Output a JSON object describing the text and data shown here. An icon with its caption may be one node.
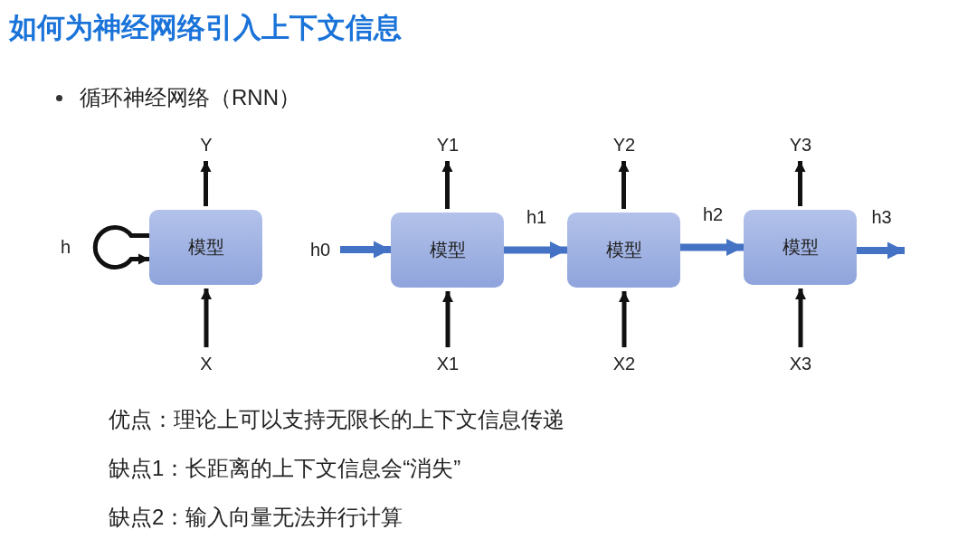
{
  "diagram": {
    "title": "如何为神经网络引入上下文信息",
    "nodes": [
      {
        "text": [
          "模型"
        ]
      },
      {
        "text": [
          "Y"
        ]
      },
      {
        "text": [
          "X"
        ]
      },
      {
        "text": [
          "h0"
        ]
      },
      {
        "text": [
          "模型"
        ]
      },
      {
        "text": [
          "Y1"
        ]
      },
      {
        "text": [
          "X1"
        ]
      },
      {
        "text": [
          "模型"
        ]
      },
      {
        "text": [
          "Y2"
        ]
      },
      {
        "text": [
          "X2"
        ]
      },
      {
        "text": [
          "模型"
        ]
      },
      {
        "text": [
          "Y3"
        ]
      },
      {
        "text": [
          "X3"
        ]
      }
    ],
    "edges": [
      {
        "from": 0,
        "to": 0,
        "arrow": "to",
        "label": "h"
      },
      {
        "from": 2,
        "to": 0,
        "arrow": "to"
      },
      {
        "from": 0,
        "to": 1,
        "arrow": "to"
      },
      {
        "from": 3,
        "to": 4,
        "arrow": "to",
        "color": "#4472c4"
      },
      {
        "from": 6,
        "to": 4,
        "arrow": "to"
      },
      {
        "from": 4,
        "to": 5,
        "arrow": "to"
      },
      {
        "from": 4,
        "to": 7,
        "arrow": "to",
        "label": "h1",
        "color": "#4472c4"
      },
      {
        "from": 9,
        "to": 7,
        "arrow": "to"
      },
      {
        "from": 7,
        "to": 8,
        "arrow": "to"
      },
      {
        "from": 7,
        "to": 10,
        "arrow": "to",
        "label": "h2",
        "color": "#4472c4"
      },
      {
        "from": 12,
        "to": 10,
        "arrow": "to"
      },
      {
        "from": 10,
        "to": 11,
        "arrow": "to"
      },
      {
        "from": 10,
        "to": null,
        "arrow": "to",
        "label": "h3",
        "color": "#4472c4"
      }
    ],
    "labels": [
      "循环神经网络（RNN）",
      "优点：理论上可以支持无限长的上下文信息传递",
      "缺点1：长距离的上下文信息会“消失”",
      "缺点2：输入向量无法并行计算"
    ]
  }
}
